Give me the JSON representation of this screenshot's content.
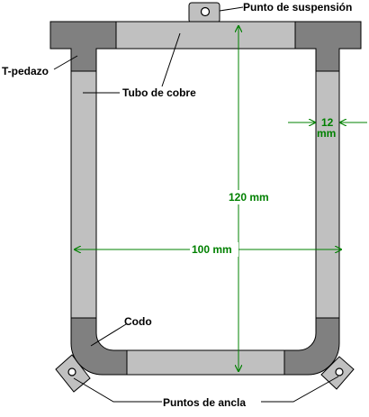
{
  "labels": {
    "suspension": "Punto de suspensión",
    "tee": "T-pedazo",
    "tube": "Tubo de cobre",
    "elbow": "Codo",
    "anchors": "Puntos de ancla"
  },
  "dimensions": {
    "height": "120 mm",
    "width": "100 mm",
    "tube_width_value": "12",
    "tube_width_unit": "mm"
  },
  "colors": {
    "background": "#ffffff",
    "tube": "#c0c0c0",
    "fitting": "#808080",
    "outline": "#000000",
    "dimension": "#008000"
  }
}
